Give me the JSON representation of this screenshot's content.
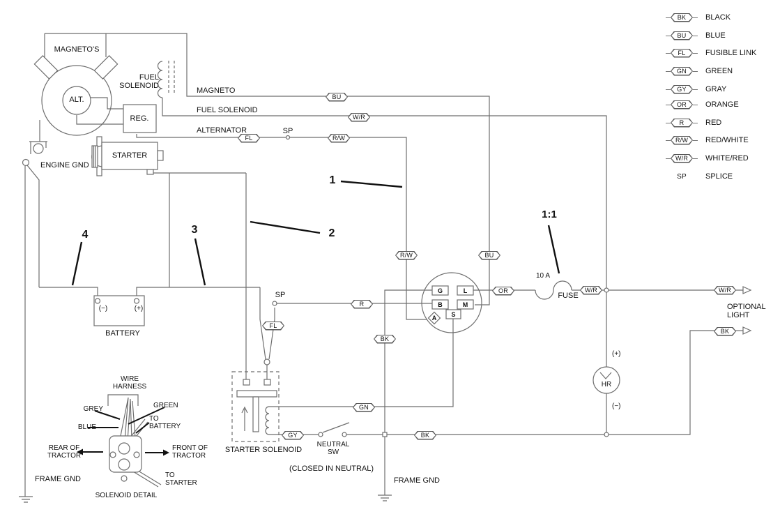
{
  "components": {
    "magnetos": "MAGNETO'S",
    "alternator": "ALT.",
    "regulator": "REG.",
    "starter": "STARTER",
    "fuel_solenoid_device": "FUEL\nSOLENOID",
    "engine_ground": "ENGINE GND",
    "battery": "BATTERY",
    "battery_neg": "(−)",
    "battery_pos": "(+)",
    "starter_solenoid": "STARTER SOLENOID",
    "neutral_switch": "NEUTRAL\nSW",
    "neutral_switch_note": "(CLOSED IN NEUTRAL)",
    "frame_ground_left": "FRAME GND",
    "frame_ground_mid": "FRAME GND",
    "optional_light": "OPTIONAL\nLIGHT",
    "hour_meter": "HR",
    "hour_meter_pos": "(+)",
    "hour_meter_neg": "(−)",
    "fuse": "FUSE",
    "fuse_rating": "10 A"
  },
  "wire_labels": {
    "magneto": "MAGNETO",
    "fuel_solenoid": "FUEL SOLENOID",
    "alternator": "ALTERNATOR",
    "splice_top": "SP",
    "splice_mid": "SP"
  },
  "ignition_switch": {
    "terminals": [
      "G",
      "L",
      "B",
      "M",
      "A",
      "S"
    ]
  },
  "callouts": {
    "n1": "1",
    "n2": "2",
    "n3": "3",
    "n4": "4",
    "fuse_ratio": "1:1"
  },
  "wire_tags": {
    "magneto_bu": "BU",
    "fuelsol_wr": "W/R",
    "alt_fl": "FL",
    "alt_rw": "R/W",
    "sw_rw": "R/W",
    "sw_bu": "BU",
    "l_or": "OR",
    "fuse_wr": "W/R",
    "light_wr": "W/R",
    "light_bk": "BK",
    "b_r": "R",
    "b_fl": "FL",
    "g_bk": "BK",
    "s_gn": "GN",
    "coil_gy": "GY",
    "gnd_bk": "BK"
  },
  "solenoid_detail": {
    "wire_harness": "WIRE\nHARNESS",
    "grey": "GREY",
    "green": "GREEN",
    "blue": "BLUE",
    "to_battery": "TO\nBATTERY",
    "rear": "REAR OF\nTRACTOR",
    "front": "FRONT OF\nTRACTOR",
    "to_starter": "TO\nSTARTER",
    "caption": "SOLENOID DETAIL"
  },
  "legend": {
    "items": [
      {
        "code": "BK",
        "name": "BLACK"
      },
      {
        "code": "BU",
        "name": "BLUE"
      },
      {
        "code": "FL",
        "name": "FUSIBLE LINK"
      },
      {
        "code": "GN",
        "name": "GREEN"
      },
      {
        "code": "GY",
        "name": "GRAY"
      },
      {
        "code": "OR",
        "name": "ORANGE"
      },
      {
        "code": "R",
        "name": "RED"
      },
      {
        "code": "R/W",
        "name": "RED/WHITE"
      },
      {
        "code": "W/R",
        "name": "WHITE/RED"
      },
      {
        "code": "SP",
        "name": "SPLICE"
      }
    ]
  },
  "colors": {
    "wire": "#6e6e6e",
    "text": "#111111",
    "callout": "#111111",
    "background": "#ffffff"
  }
}
